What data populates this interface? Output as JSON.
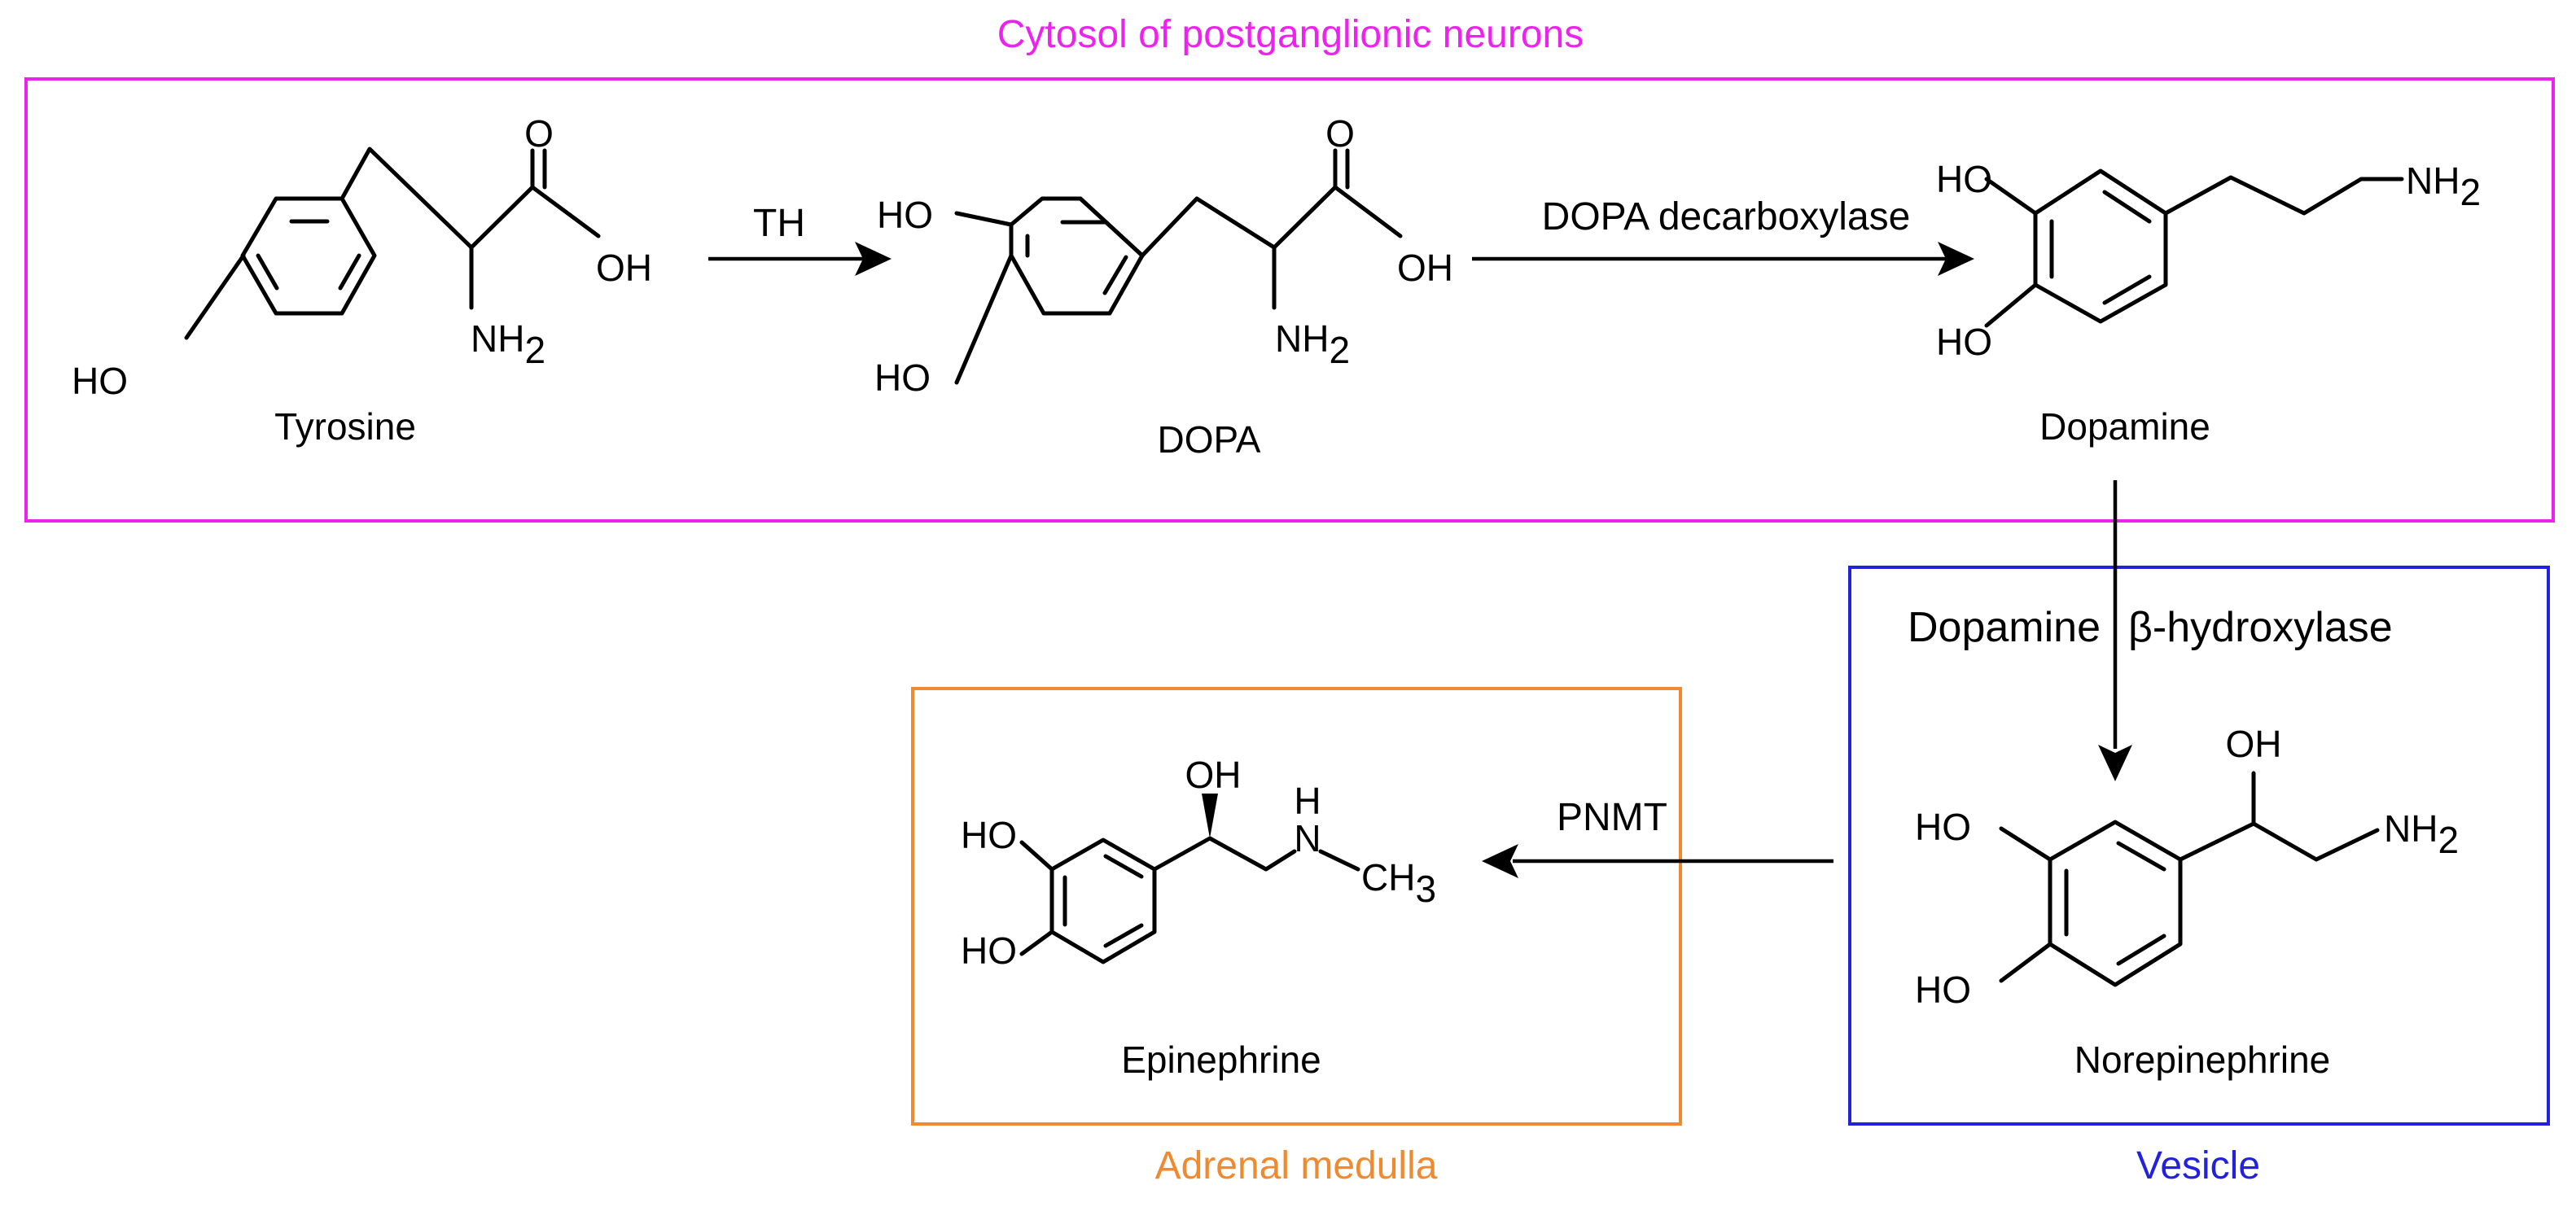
{
  "regions": {
    "cytosol": {
      "label": "Cytosol of postganglionic neurons",
      "color": "#ee22ee"
    },
    "vesicle": {
      "label": "Vesicle",
      "color": "#2222dd"
    },
    "adrenal": {
      "label": "Adrenal medulla",
      "color": "#f08a30"
    }
  },
  "compounds": {
    "tyrosine": {
      "name": "Tyrosine"
    },
    "dopa": {
      "name": "DOPA"
    },
    "dopamine": {
      "name": "Dopamine"
    },
    "norepinephrine": {
      "name": "Norepinephrine"
    },
    "epinephrine": {
      "name": "Epinephrine"
    }
  },
  "enzymes": {
    "th": "TH",
    "dopa_decarboxylase": "DOPA decarboxylase",
    "dbh_a": "Dopamine",
    "dbh_b": "β-hydroxylase",
    "pnmt": "PNMT"
  },
  "atoms": {
    "o": "O",
    "oh": "OH",
    "ho": "HO",
    "nh": "NH",
    "n": "N",
    "h": "H",
    "ch": "CH",
    "sub2": "2",
    "sub3": "3"
  }
}
